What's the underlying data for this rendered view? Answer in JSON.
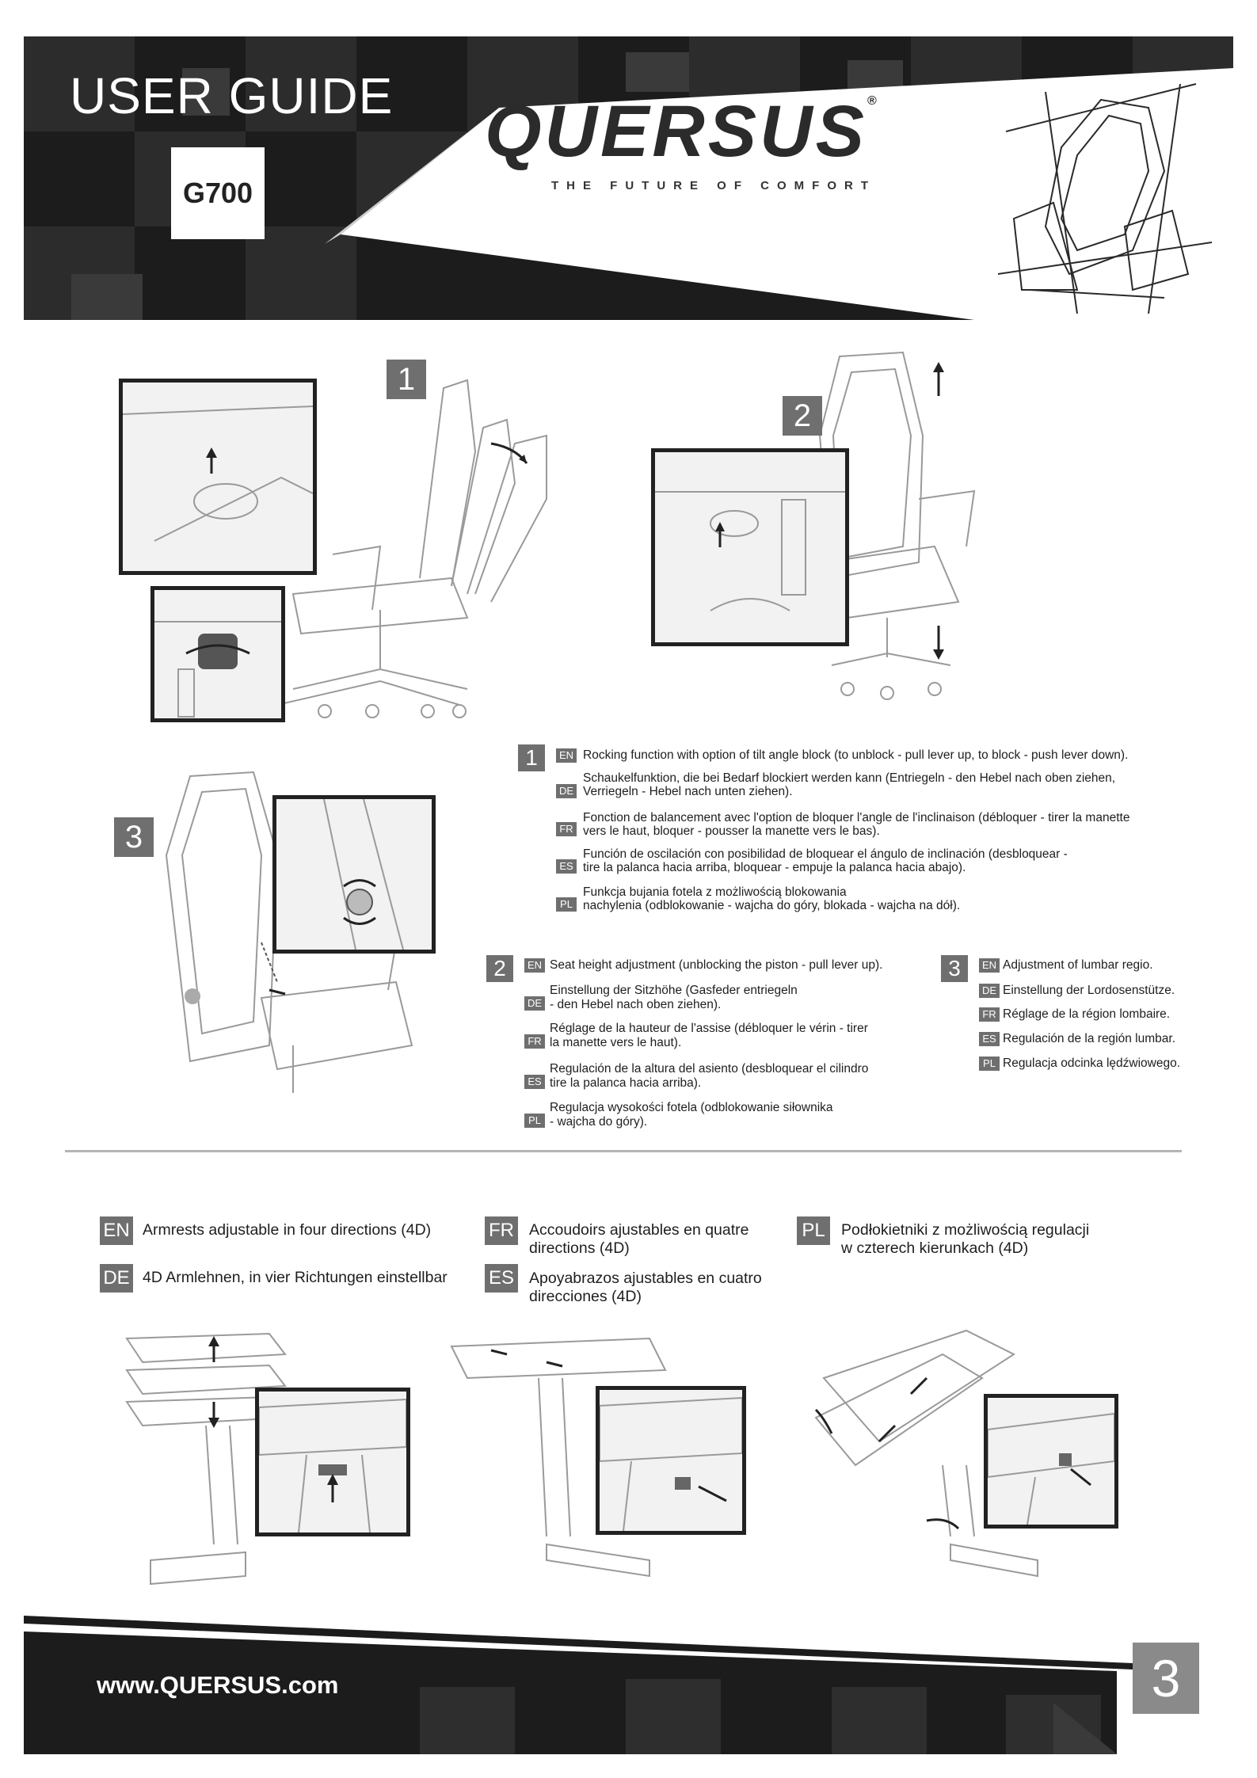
{
  "header": {
    "title": "USER GUIDE",
    "model": "G700",
    "brand": "QUERSUS",
    "brand_mark": "®",
    "tagline": "THE FUTURE OF COMFORT"
  },
  "steps": {
    "s1": "1",
    "s2": "2",
    "s3": "3"
  },
  "step1": {
    "en": {
      "code": "EN",
      "text": "Rocking function with option of tilt angle block (to unblock - pull lever up, to block - push lever down)."
    },
    "de": {
      "code": "DE",
      "line1": "Schaukelfunktion, die bei Bedarf blockiert werden kann (Entriegeln - den Hebel nach oben ziehen,",
      "line2": "Verriegeln - Hebel nach unten ziehen)."
    },
    "fr": {
      "code": "FR",
      "line1": "Fonction de balancement avec l'option de bloquer l'angle de l'inclinaison (débloquer - tirer la manette",
      "line2": "vers le haut, bloquer - pousser la manette vers le bas)."
    },
    "es": {
      "code": "ES",
      "line1": "Función de oscilación con posibilidad de bloquear el ángulo de inclinación (desbloquear -",
      "line2": "tire la palanca hacia arriba, bloquear - empuje la palanca hacia abajo)."
    },
    "pl": {
      "code": "PL",
      "line1": "Funkcja bujania fotela z możliwością blokowania",
      "line2": "nachylenia (odblokowanie - wajcha do góry, blokada - wajcha na dół)."
    }
  },
  "step2": {
    "en": {
      "code": "EN",
      "text": "Seat height adjustment (unblocking the piston - pull lever up)."
    },
    "de": {
      "code": "DE",
      "line1": "Einstellung der Sitzhöhe (Gasfeder entriegeln",
      "line2": "- den Hebel nach oben ziehen)."
    },
    "fr": {
      "code": "FR",
      "line1": "Réglage de la hauteur de l'assise (débloquer le vérin - tirer",
      "line2": "la manette vers le haut)."
    },
    "es": {
      "code": "ES",
      "line1": "Regulación de la altura del asiento (desbloquear el cilindro",
      "line2": "tire la palanca hacia arriba)."
    },
    "pl": {
      "code": "PL",
      "line1": "Regulacja wysokości fotela (odblokowanie siłownika",
      "line2": "- wajcha do góry)."
    }
  },
  "step3": {
    "en": {
      "code": "EN",
      "text": "Adjustment of lumbar regio."
    },
    "de": {
      "code": "DE",
      "text": "Einstellung der Lordosenstütze."
    },
    "fr": {
      "code": "FR",
      "text": "Réglage de la région lombaire."
    },
    "es": {
      "code": "ES",
      "text": "Regulación de la región lumbar."
    },
    "pl": {
      "code": "PL",
      "text": "Regulacja odcinka lędźwiowego."
    }
  },
  "armrests": {
    "en": {
      "code": "EN",
      "text": "Armrests adjustable in four directions (4D)"
    },
    "de": {
      "code": "DE",
      "text": "4D Armlehnen, in vier Richtungen einstellbar"
    },
    "fr": {
      "code": "FR",
      "line1": "Accoudoirs ajustables en quatre",
      "line2": "directions (4D)"
    },
    "es": {
      "code": "ES",
      "line1": "Apoyabrazos ajustables en cuatro",
      "line2": "direcciones (4D)"
    },
    "pl": {
      "code": "PL",
      "line1": "Podłokietniki z możliwością regulacji",
      "line2": "w czterech kierunkach (4D)"
    }
  },
  "footer": {
    "website": "www.QUERSUS.com",
    "page": "3"
  },
  "colors": {
    "dark": "#1a1a1a",
    "label_gray": "#6f6f6f",
    "line_art": "#9a9a9a"
  }
}
